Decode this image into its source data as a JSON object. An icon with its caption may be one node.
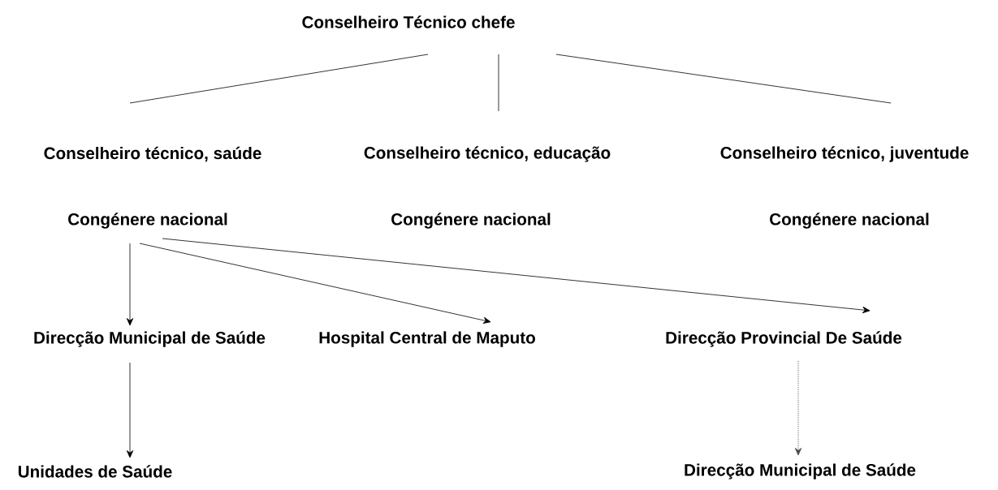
{
  "diagram": {
    "nodes": [
      {
        "text": [
          "Conselheiro Técnico chefe"
        ]
      },
      {
        "text": [
          "Conselheiro técnico, saúde"
        ]
      },
      {
        "text": [
          "Conselheiro técnico, educação"
        ]
      },
      {
        "text": [
          "Conselheiro técnico, juventude"
        ]
      },
      {
        "text": [
          "Congénere nacional"
        ]
      },
      {
        "text": [
          "Congénere nacional"
        ]
      },
      {
        "text": [
          "Congénere nacional"
        ]
      },
      {
        "text": [
          "Direcção Municipal de Saúde"
        ]
      },
      {
        "text": [
          "Hospital Central de Maputo"
        ]
      },
      {
        "text": [
          "Direcção Provincial De Saúde"
        ]
      },
      {
        "text": [
          "Unidades de Saúde"
        ]
      },
      {
        "text": [
          "Direcção Municipal de Saúde"
        ]
      }
    ],
    "edges": [
      {
        "from": 0,
        "to": 1,
        "arrow": "none"
      },
      {
        "from": 0,
        "to": 2,
        "arrow": "none"
      },
      {
        "from": 0,
        "to": 3,
        "arrow": "none"
      },
      {
        "from": 4,
        "to": 7,
        "arrow": "to"
      },
      {
        "from": 4,
        "to": 8,
        "arrow": "to"
      },
      {
        "from": 4,
        "to": 9,
        "arrow": "to"
      },
      {
        "from": 7,
        "to": 10,
        "arrow": "to"
      },
      {
        "from": 9,
        "to": 11,
        "arrow": "to",
        "style": "dashed"
      }
    ]
  }
}
